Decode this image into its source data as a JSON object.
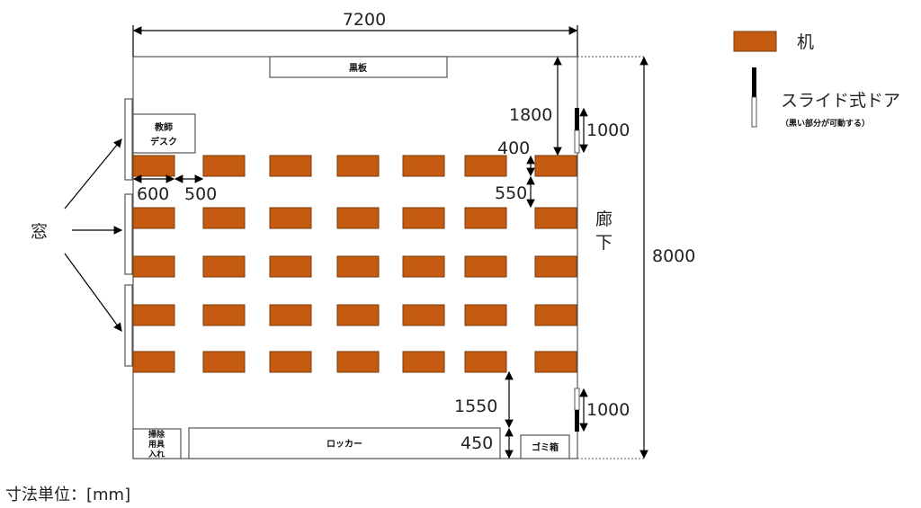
{
  "colors": {
    "desk": "#c55a11",
    "desk_border": "#7a3a0a"
  },
  "legend": {
    "desk_label": "机",
    "door_label": "スライド式ドア",
    "door_note": "（黒い部分が可動する）"
  },
  "room": {
    "blackboard": "黒板",
    "teacher_desk_1": "教師",
    "teacher_desk_2": "デスク",
    "window": "窓",
    "corridor_1": "廊",
    "corridor_2": "下",
    "cleaning_1": "掃除",
    "cleaning_2": "用具",
    "cleaning_3": "入れ",
    "locker": "ロッカー",
    "trash": "ゴミ箱"
  },
  "desks": {
    "rows": 5,
    "cols": 7
  },
  "dimensions": {
    "width": "7200",
    "depth": "8000",
    "front_gap": "1800",
    "door_top": "1000",
    "door_bottom": "1000",
    "desk_depth": "400",
    "row_gap": "550",
    "desk_width": "600",
    "col_gap": "500",
    "back_gap": "1550",
    "locker_depth": "450"
  },
  "footer": "寸法単位：[mm]"
}
